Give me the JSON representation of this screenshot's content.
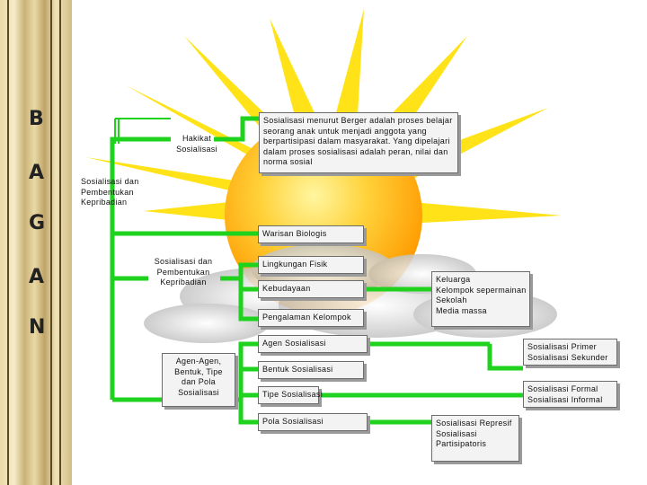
{
  "side_letters": [
    "B",
    "A",
    "G",
    "A",
    "N"
  ],
  "nodes": {
    "hakikat": [
      "Hakikat",
      "Sosialisasi"
    ],
    "definition": [
      "Sosialisasi menurut Berger adalah proses belajar",
      "seorang anak untuk menjadi anggota yang",
      "berpartisipasi dalam masyarakat. Yang dipelajari",
      "dalam proses sosialisasi adalah peran, nilai dan",
      "norma sosial"
    ],
    "root": [
      "Sosialisasi dan",
      "Pembentukan",
      "Kepribadian"
    ],
    "pembentukan": [
      "Sosialisasi dan",
      "Pembentukan",
      "Kepribadian"
    ],
    "warisan": "Warisan Biologis",
    "lingkungan": "Lingkungan Fisik",
    "kebudayaan": "Kebudayaan",
    "pengalaman": "Pengalaman Kelompok",
    "keluarga": [
      "Keluarga",
      "Kelompok sepermainan",
      "Sekolah",
      "Media massa"
    ],
    "agen_agen": [
      "Agen-Agen,",
      "Bentuk, Tipe",
      "dan Pola",
      "Sosialisasi"
    ],
    "agen": "Agen Sosialisasi",
    "primer": [
      "Sosialisasi Primer",
      "Sosialisasi Sekunder"
    ],
    "bentuk": "Bentuk Sosialisasi",
    "formal": [
      "Sosialisasi Formal",
      "Sosialisasi Informal"
    ],
    "tipe": "Tipe Sosialisasi",
    "pola": "Pola Sosialisasi",
    "represif": [
      "Sosialisasi Represif",
      "Sosialisasi",
      "Partisipatoris"
    ]
  },
  "colors": {
    "connector": "#1ed21e",
    "box_bg": "#f3f3f3",
    "sun": "#ffb400"
  }
}
